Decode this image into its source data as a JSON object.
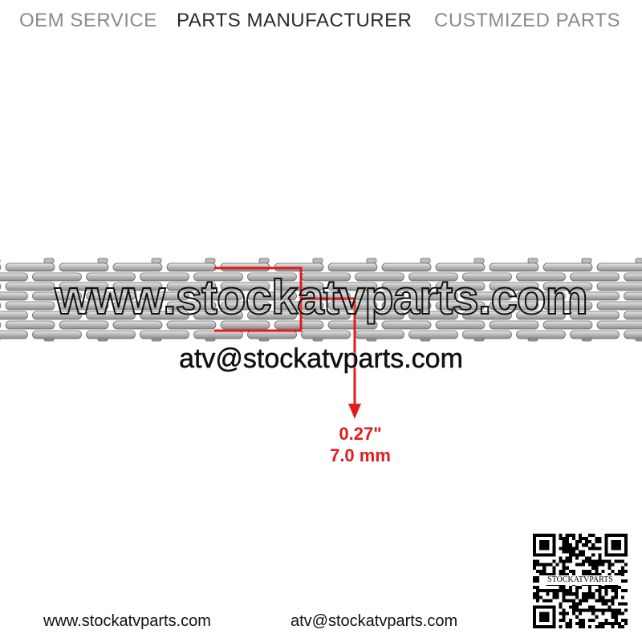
{
  "header": {
    "left": "OEM SERVICE",
    "center": "PARTS MANUFACTURER",
    "right": "CUSTMIZED PARTS"
  },
  "watermark": {
    "url": "www.stockatvparts.com",
    "email": "atv@stockatvparts.com"
  },
  "measurement": {
    "inches": "0.27\"",
    "mm": "7.0 mm",
    "color": "#e21b1b"
  },
  "footer": {
    "url": "www.stockatvparts.com",
    "email": "atv@stockatvparts.com"
  },
  "qr": {
    "label": "STOCKATVPARTS"
  }
}
